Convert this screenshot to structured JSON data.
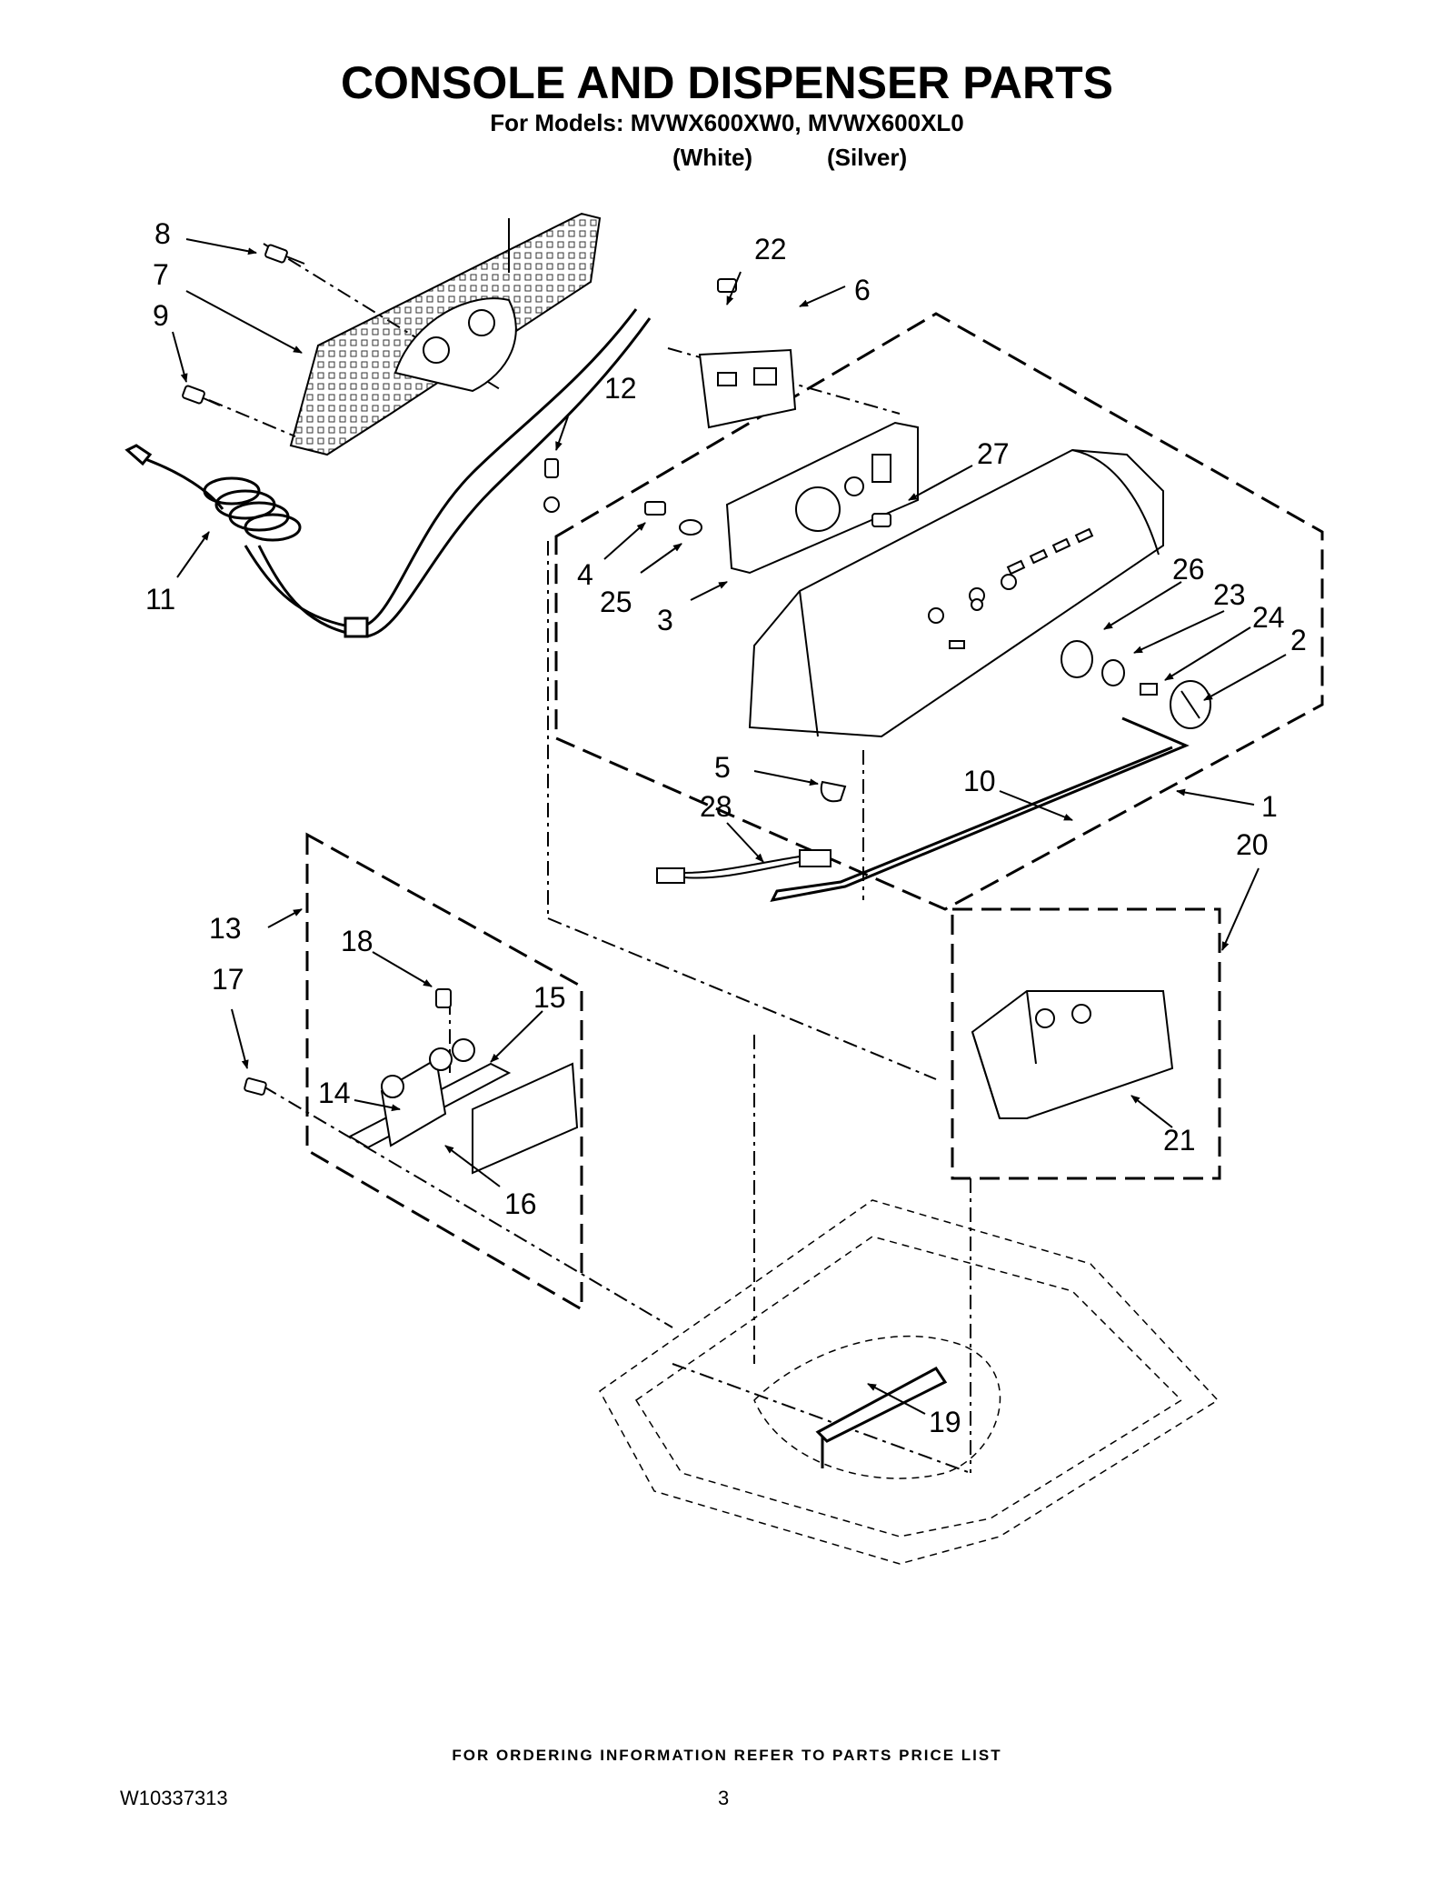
{
  "header": {
    "title": "CONSOLE AND DISPENSER PARTS",
    "subtitle": "For Models: MVWX600XW0, MVWX600XL0",
    "variants": [
      "(White)",
      "(Silver)"
    ]
  },
  "callouts": [
    "1",
    "2",
    "3",
    "4",
    "5",
    "6",
    "7",
    "8",
    "9",
    "10",
    "11",
    "12",
    "13",
    "14",
    "15",
    "16",
    "17",
    "18",
    "19",
    "20",
    "21",
    "22",
    "23",
    "24",
    "25",
    "26",
    "27",
    "28"
  ],
  "footer": {
    "note": "FOR ORDERING INFORMATION REFER TO PARTS PRICE LIST",
    "doc_number": "W10337313",
    "page_number": "3"
  }
}
